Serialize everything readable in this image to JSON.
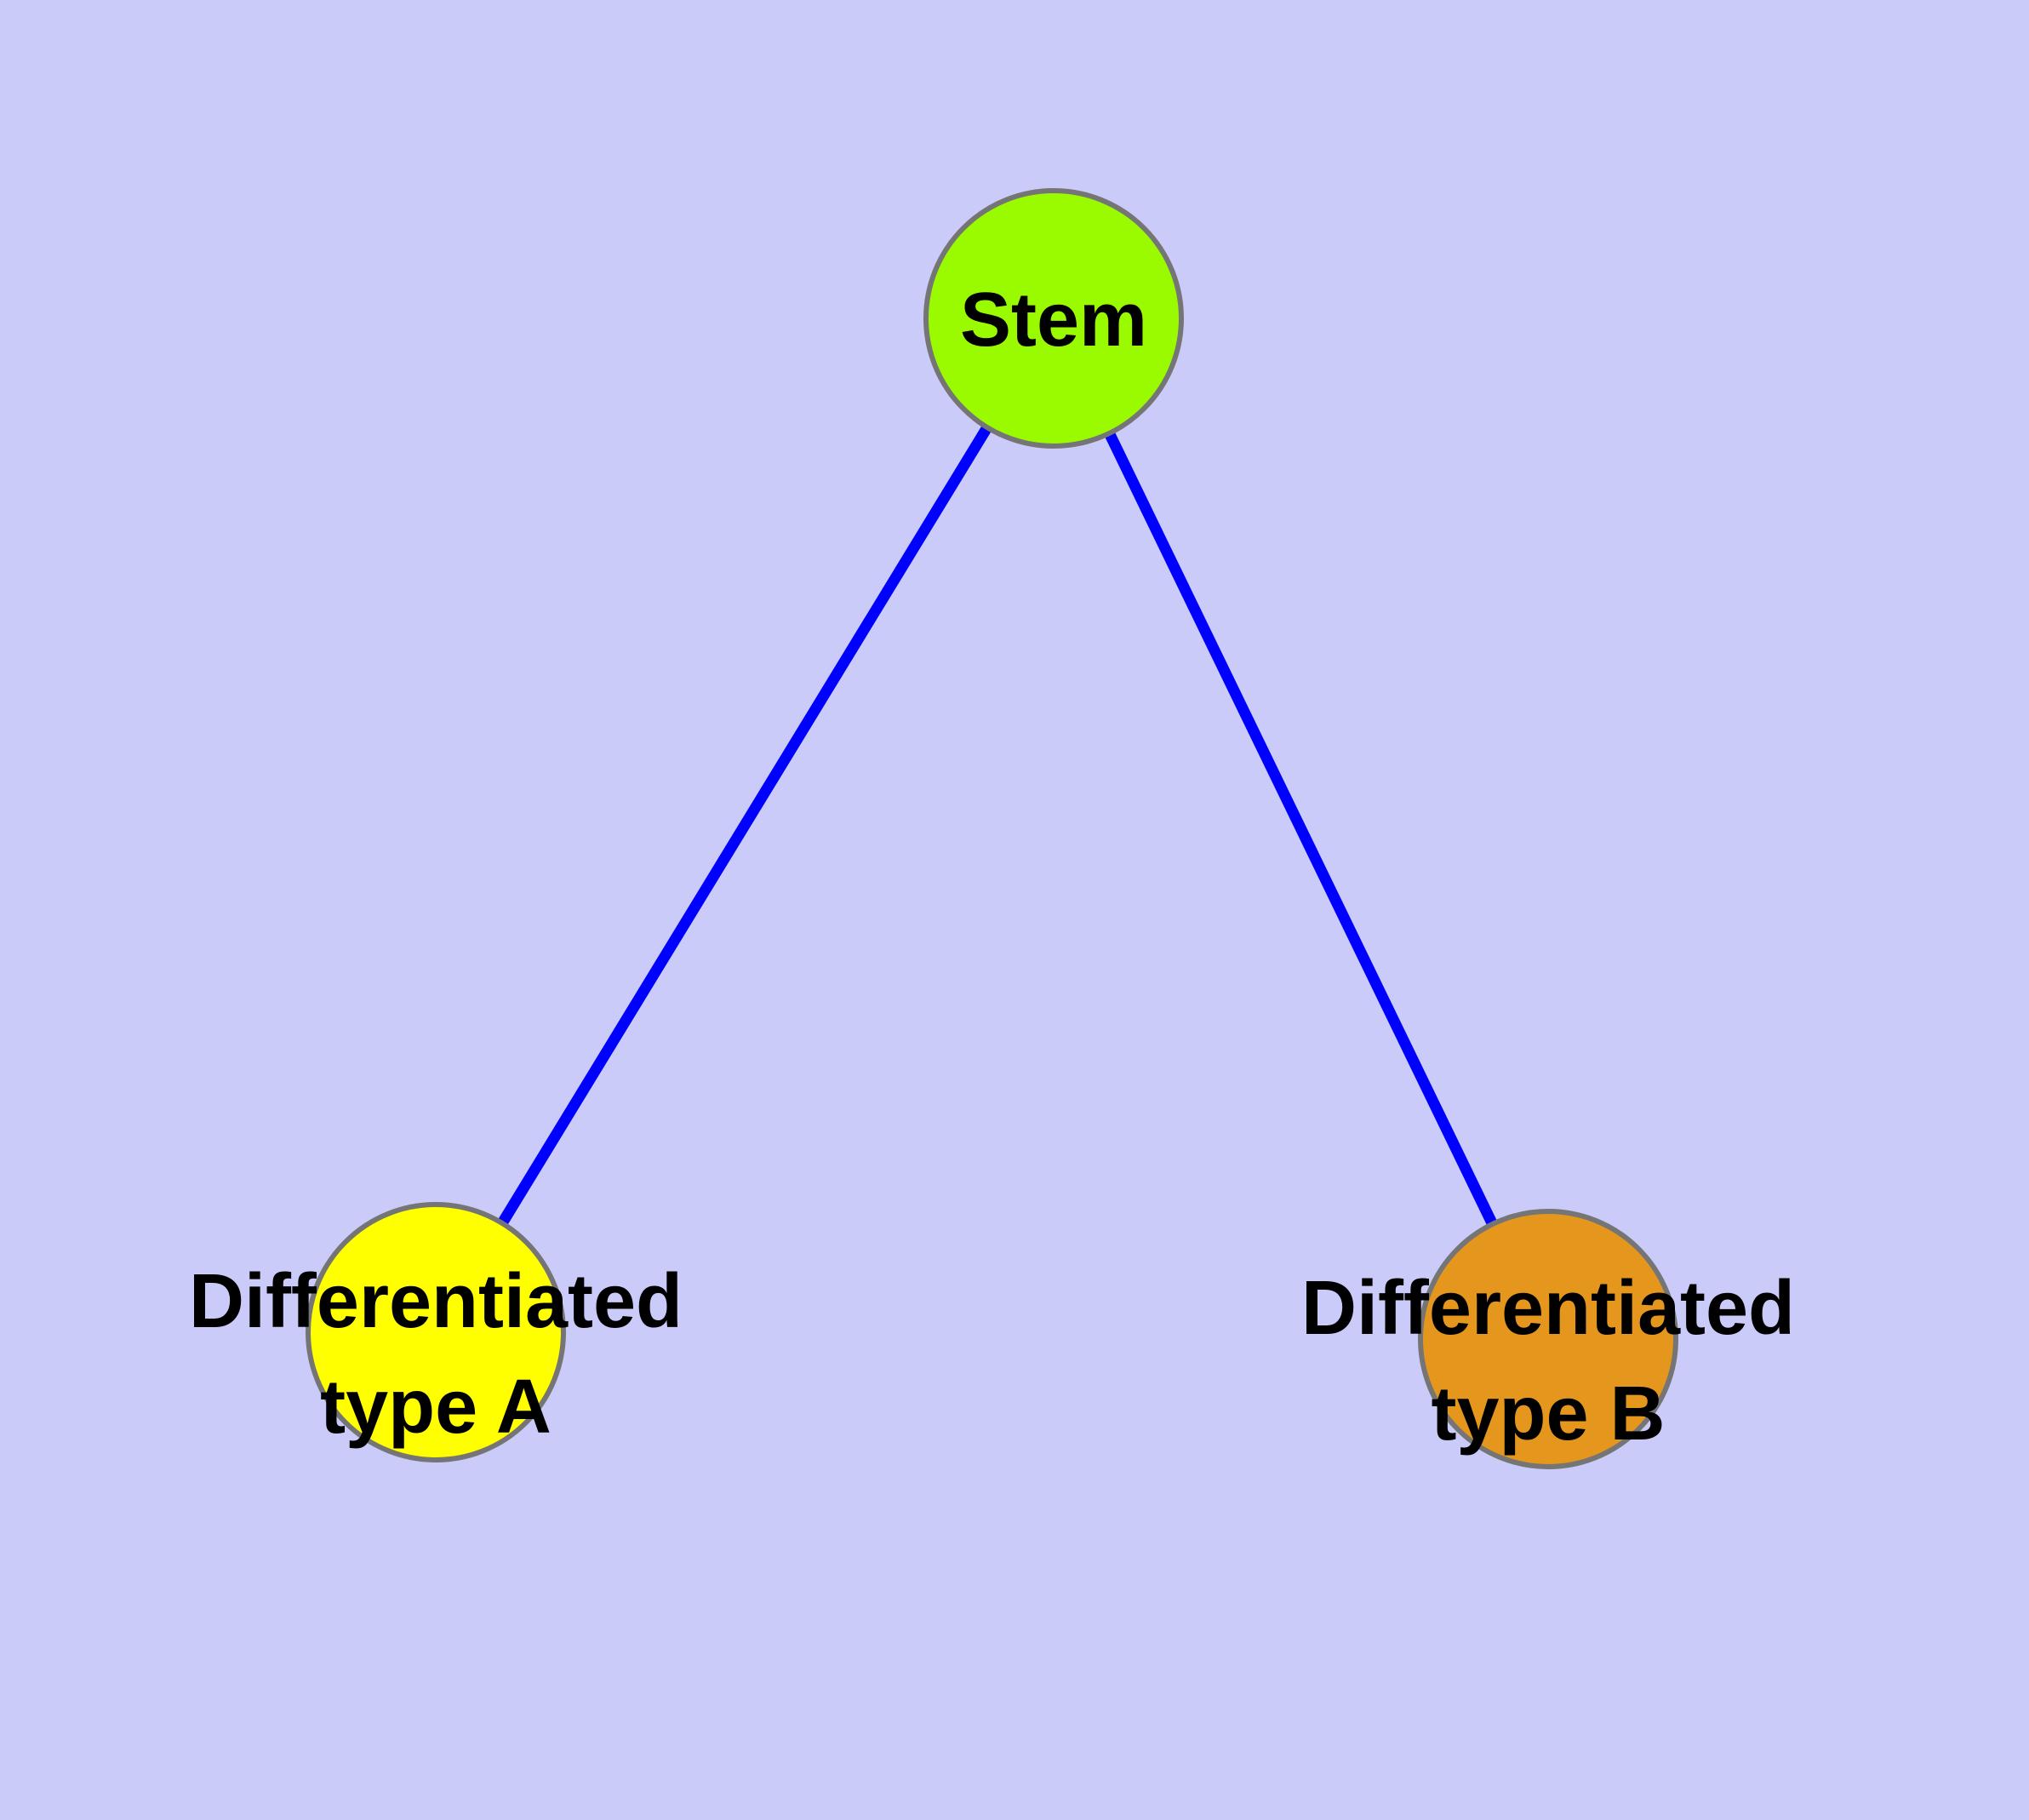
{
  "diagram": {
    "background_color": "#CBCBFA",
    "edge_color": "#0000FF",
    "node_border_color": "#757575",
    "text_color": "#000000",
    "nodes": [
      {
        "id": "stem",
        "label": "Stem",
        "fill": "#9AFB00"
      },
      {
        "id": "differentiated-type-a",
        "label": "Differentiated type A",
        "label_line1": "Differentiated",
        "label_line2": "type A",
        "fill": "#FFFF00"
      },
      {
        "id": "differentiated-type-b",
        "label": "Differentiated type B",
        "label_line1": "Differentiated",
        "label_line2": "type B",
        "fill": "#E5971D"
      }
    ],
    "edges": [
      {
        "from": "Stem",
        "to": "Differentiated type A"
      },
      {
        "from": "Stem",
        "to": "Differentiated type B"
      }
    ]
  }
}
